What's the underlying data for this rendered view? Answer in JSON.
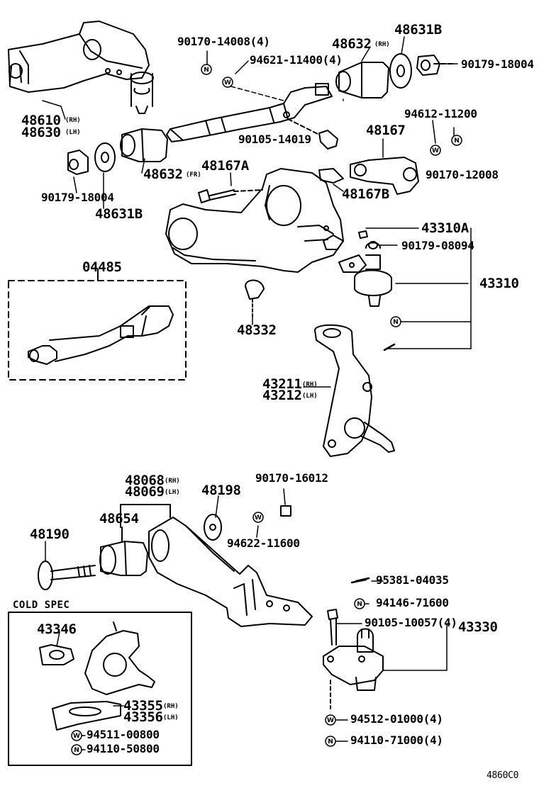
{
  "parts": {
    "upper_arm_rh": "48610",
    "upper_arm_lh": "48630",
    "bolt_4_a": "90170-14008(4)",
    "washer_a": "94621-11400(4)",
    "bushing_rh": "48632",
    "bushing_rh_suffix": "(RH)",
    "retainer_b_top": "48631B",
    "nut_top": "90179-18004",
    "washer_b": "94612-11200",
    "bolt_14019": "90105-14019",
    "shaft_48167": "48167",
    "nut_12008": "90170-12008",
    "nut_left": "90179-18004",
    "retainer_b_left": "48631B",
    "bushing_fr": "48632",
    "bushing_fr_suffix": "(FR)",
    "stopper_a": "48167A",
    "stopper_b": "48167B",
    "kit": "04485",
    "bolt_43310a": "43310A",
    "nut_08094": "90179-08094",
    "ball_joint_upper": "43310",
    "bumper": "48332",
    "knuckle_rh": "43211",
    "knuckle_lh": "43212",
    "lower_arm_rh": "48068",
    "lower_arm_lh": "48069",
    "nut_16012": "90170-16012",
    "cam_plate": "48198",
    "bushing_lower": "48654",
    "bolt_48190": "48190",
    "washer_11600": "94622-11600",
    "cotter_pin": "95381-04035",
    "nut_71600": "94146-71600",
    "bolt_10057": "90105-10057(4)",
    "ball_joint_lower": "43330",
    "cold_spec_title": "COLD SPEC",
    "cold_43346": "43346",
    "cold_43355": "43355",
    "cold_43356": "43356",
    "cold_washer": "94511-00800",
    "cold_nut": "94110-50800",
    "washer_01000": "94512-01000(4)",
    "nut_71000": "94110-71000(4)",
    "figure_code": "4860C0",
    "rh": "(RH)",
    "lh": "(LH)"
  },
  "icons": {
    "washer_marker": "W",
    "nut_marker": "N"
  },
  "colors": {
    "ink": "#000000",
    "paper": "#ffffff"
  }
}
